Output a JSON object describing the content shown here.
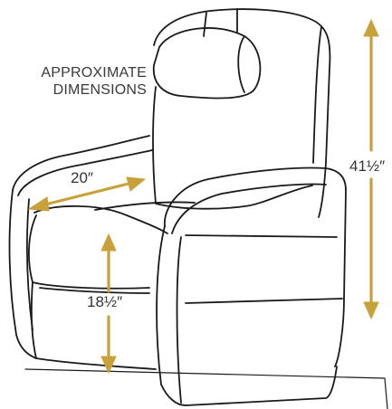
{
  "diagram": {
    "caption_line1": "APPROXIMATE",
    "caption_line2": "DIMENSIONS",
    "measurements": {
      "width": "20″",
      "seat_height": "18½″",
      "overall_height": "41½″"
    }
  },
  "colors": {
    "outline": "#1a1a1a",
    "arrow": "#c9a13b",
    "text": "#3a3a3a"
  }
}
